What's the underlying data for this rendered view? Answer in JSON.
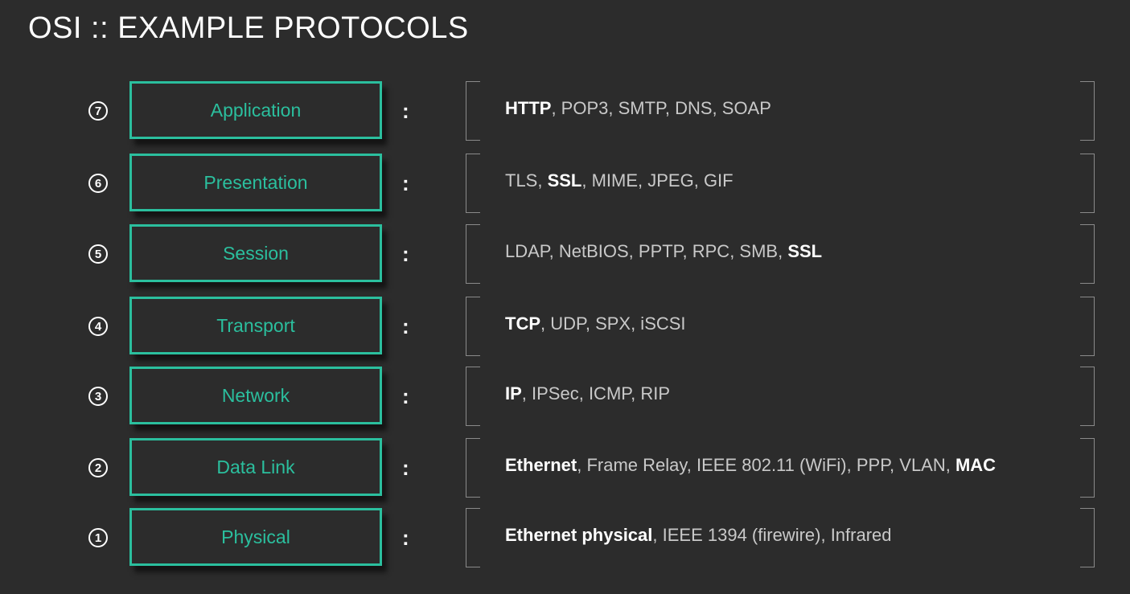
{
  "title": "OSI :: EXAMPLE PROTOCOLS",
  "colors": {
    "accent": "#2bbf9e",
    "background": "#2c2c2c",
    "text": "#c9c9c9",
    "highlight": "#ffffff"
  },
  "layers": [
    {
      "number": "7",
      "name": "Application",
      "protocols": [
        {
          "text": "HTTP",
          "bold": true
        },
        {
          "text": ", POP3, SMTP, DNS, SOAP",
          "bold": false
        }
      ]
    },
    {
      "number": "6",
      "name": "Presentation",
      "protocols": [
        {
          "text": "TLS, ",
          "bold": false
        },
        {
          "text": "SSL",
          "bold": true
        },
        {
          "text": ", MIME, JPEG, GIF",
          "bold": false
        }
      ]
    },
    {
      "number": "5",
      "name": "Session",
      "protocols": [
        {
          "text": "LDAP, NetBIOS, PPTP, RPC, SMB, ",
          "bold": false
        },
        {
          "text": "SSL",
          "bold": true
        }
      ]
    },
    {
      "number": "4",
      "name": "Transport",
      "protocols": [
        {
          "text": "TCP",
          "bold": true
        },
        {
          "text": ", UDP, SPX, iSCSI",
          "bold": false
        }
      ]
    },
    {
      "number": "3",
      "name": "Network",
      "protocols": [
        {
          "text": "IP",
          "bold": true
        },
        {
          "text": ", IPSec, ICMP, RIP",
          "bold": false
        }
      ]
    },
    {
      "number": "2",
      "name": "Data Link",
      "protocols": [
        {
          "text": "Ethernet",
          "bold": true
        },
        {
          "text": ", Frame Relay, IEEE 802.11 (WiFi), PPP, VLAN, ",
          "bold": false
        },
        {
          "text": "MAC",
          "bold": true
        }
      ]
    },
    {
      "number": "1",
      "name": "Physical",
      "protocols": [
        {
          "text": "Ethernet physical",
          "bold": true
        },
        {
          "text": ", IEEE 1394 (firewire), Infrared",
          "bold": false
        }
      ]
    }
  ]
}
